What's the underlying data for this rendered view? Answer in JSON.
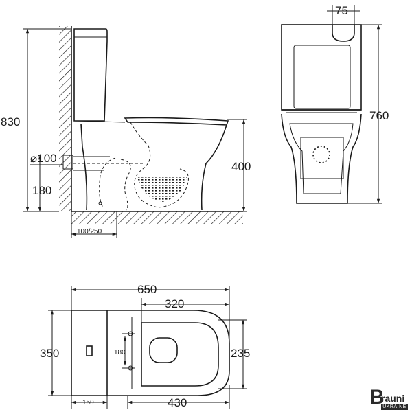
{
  "side_view": {
    "total_height": "830",
    "pipe_diameter": "⌀100",
    "outlet_height": "180",
    "bowl_height": "400",
    "wall_offset": "100/250"
  },
  "front_view": {
    "button_width": "75",
    "height": "760"
  },
  "top_view": {
    "total_length": "650",
    "bowl_length": "320",
    "width": "350",
    "seat_width": "235",
    "fixing_spacing": "180",
    "tank_depth": "150",
    "pan_length": "430"
  },
  "brand": {
    "initial": "B",
    "name": "rauni",
    "country": "UKRAINE"
  },
  "colors": {
    "line": "#1a1a1a",
    "hatch": "#1a1a1a",
    "background": "#ffffff"
  }
}
